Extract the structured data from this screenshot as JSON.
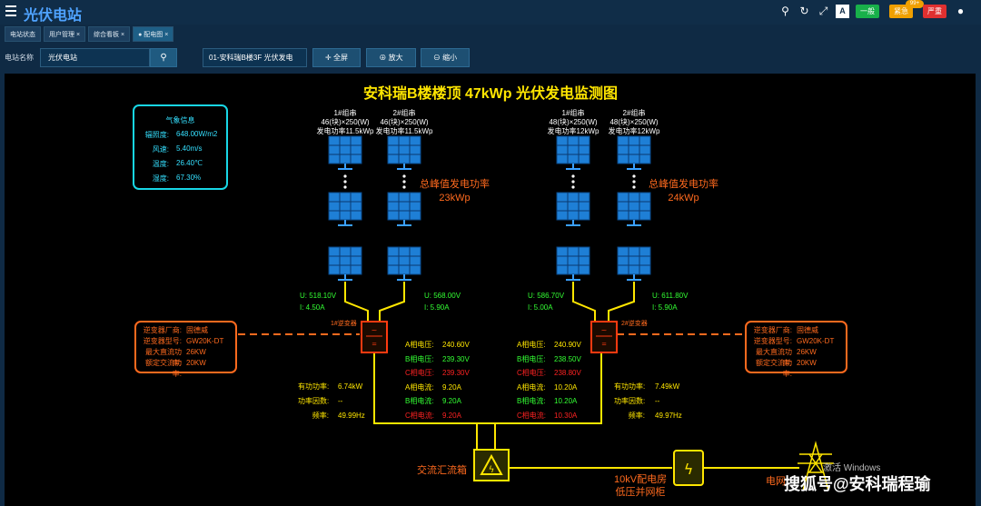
{
  "app": {
    "title": "光伏电站"
  },
  "header": {
    "btn1": "一般",
    "btn2": "紧急",
    "btn2_badge": "99+",
    "btn3": "严重"
  },
  "tabs": [
    {
      "label": "电站状态"
    },
    {
      "label": "用户管理 ×"
    },
    {
      "label": "综合看板 ×"
    },
    {
      "label": "● 配电图 ×"
    }
  ],
  "search": {
    "label": "电站名称",
    "value": "光伏电站",
    "select": "01-安科瑞B楼3F 光伏发电",
    "btn_fullscreen": "全屏",
    "btn_zoomin": "放大",
    "btn_zoomout": "缩小"
  },
  "diagram": {
    "title": "安科瑞B楼楼顶 47kWp 光伏发电监测图",
    "weather": {
      "title": "气象信息",
      "rows": [
        {
          "k": "辐照度:",
          "v": "648.00W/m2"
        },
        {
          "k": "风速:",
          "v": "5.40m/s"
        },
        {
          "k": "温度:",
          "v": "26.40℃"
        },
        {
          "k": "湿度:",
          "v": "67.30%"
        }
      ]
    },
    "strings": [
      {
        "name": "1#组串",
        "spec": "46(块)×250(W)",
        "power": "发电功率11.5kWp"
      },
      {
        "name": "2#组串",
        "spec": "46(块)×250(W)",
        "power": "发电功率11.5kWp"
      },
      {
        "name": "1#组串",
        "spec": "48(块)×250(W)",
        "power": "发电功率12kWp"
      },
      {
        "name": "2#组串",
        "spec": "48(块)×250(W)",
        "power": "发电功率12kWp"
      }
    ],
    "peak1": {
      "l1": "总峰值发电功率",
      "l2": "23kWp"
    },
    "peak2": {
      "l1": "总峰值发电功率",
      "l2": "24kWp"
    },
    "dc": [
      {
        "u": "U: 518.10V",
        "i": "I: 4.50A"
      },
      {
        "u": "U: 568.00V",
        "i": "I: 5.90A"
      },
      {
        "u": "U: 586.70V",
        "i": "I: 5.00A"
      },
      {
        "u": "U: 611.80V",
        "i": "I: 5.90A"
      }
    ],
    "inv1": {
      "label": "1#逆变器",
      "maker_k": "逆变器厂商:",
      "maker_v": "固德威",
      "model_k": "逆变器型号:",
      "model_v": "GW20K-DT",
      "dcmax_k": "最大直流功率:",
      "dcmax_v": "26KW",
      "acrated_k": "额定交流功率:",
      "acrated_v": "20KW",
      "p_k": "有功功率:",
      "p_v": "6.74kW",
      "pf_k": "功率因数:",
      "pf_v": "--",
      "f_k": "频率:",
      "f_v": "49.99Hz",
      "ua_k": "A相电压:",
      "ua_v": "240.60V",
      "ub_k": "B相电压:",
      "ub_v": "239.30V",
      "uc_k": "C相电压:",
      "uc_v": "239.30V",
      "ia_k": "A相电流:",
      "ia_v": "9.20A",
      "ib_k": "B相电流:",
      "ib_v": "9.20A",
      "ic_k": "C相电流:",
      "ic_v": "9.20A"
    },
    "inv2": {
      "label": "2#逆变器",
      "maker_k": "逆变器厂商:",
      "maker_v": "固德威",
      "model_k": "逆变器型号:",
      "model_v": "GW20K-DT",
      "dcmax_k": "最大直流功率:",
      "dcmax_v": "26KW",
      "acrated_k": "额定交流功率:",
      "acrated_v": "20KW",
      "p_k": "有功功率:",
      "p_v": "7.49kW",
      "pf_k": "功率因数:",
      "pf_v": "--",
      "f_k": "频率:",
      "f_v": "49.97Hz",
      "ua_k": "A相电压:",
      "ua_v": "240.90V",
      "ub_k": "B相电压:",
      "ub_v": "238.50V",
      "uc_k": "C相电压:",
      "uc_v": "238.80V",
      "ia_k": "A相电流:",
      "ia_v": "10.20A",
      "ib_k": "B相电流:",
      "ib_v": "10.20A",
      "ic_k": "C相电流:",
      "ic_v": "10.30A"
    },
    "combiner": "交流汇流箱",
    "room_l1": "10kV配电房",
    "room_l2": "低压并网柜",
    "grid": "电网"
  },
  "overlay": {
    "watermark": "搜狐号@安科瑞程瑜",
    "windows": "激活 Windows"
  },
  "colors": {
    "title": "#ffe600",
    "accent": "#4fa3ff",
    "cyan": "#18d7e6",
    "orange": "#ff6a1e",
    "panel": "#1e7fd6"
  }
}
